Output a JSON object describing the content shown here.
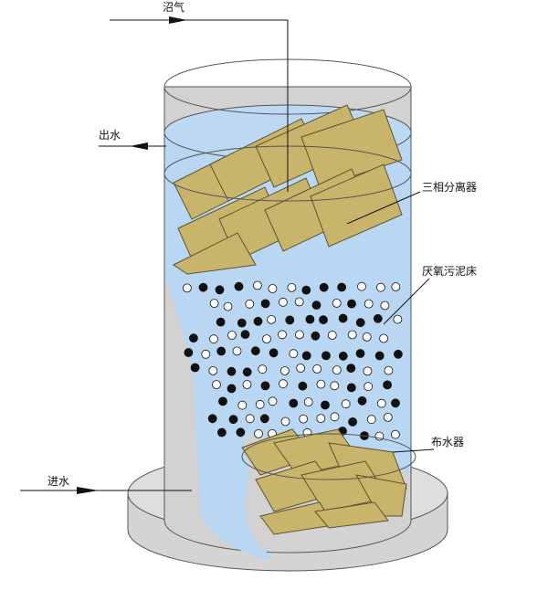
{
  "labels": {
    "biogas": "沼气",
    "outlet": "出水",
    "separator": "三相分离器",
    "sludge_bed": "厌氧污泥床",
    "distributor": "布水器",
    "inlet": "进水"
  },
  "colors": {
    "background": "#ffffff",
    "tank_wall": "#d2d2d2",
    "tank_outline": "#555555",
    "water": "#b9d6f2",
    "baffle_fill": "#c8b46a",
    "baffle_edge": "#5c5330",
    "particle_dark": "#111111",
    "particle_light": "#ffffff"
  },
  "icons": [
    "arrow-right-icon",
    "arrow-left-icon"
  ]
}
